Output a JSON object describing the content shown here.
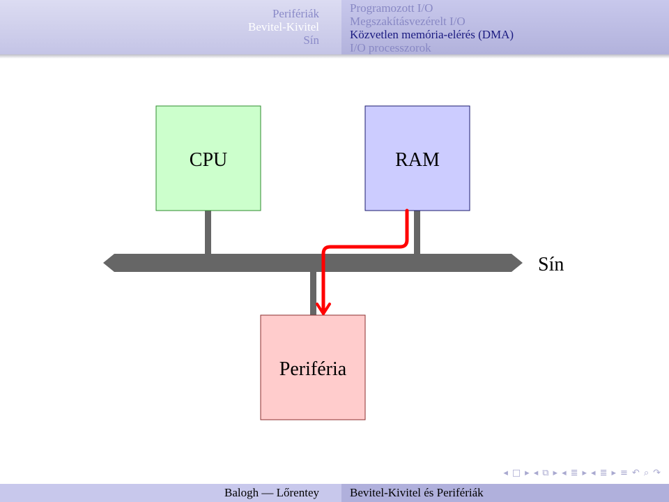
{
  "header": {
    "sections": [
      {
        "label": "Perifériák",
        "active": false
      },
      {
        "label": "Bevitel-Kivitel",
        "active": true
      },
      {
        "label": "Sín",
        "active": false
      }
    ],
    "subsections": [
      {
        "label": "Programozott I/O",
        "active": false
      },
      {
        "label": "Megszakításvezérelt I/O",
        "active": false
      },
      {
        "label": "Közvetlen memória-elérés (DMA)",
        "active": true
      },
      {
        "label": "I/O processzorok",
        "active": false
      }
    ]
  },
  "diagram": {
    "cpu_label": "CPU",
    "ram_label": "RAM",
    "peripheral_label": "Periféria",
    "bus_label": "Sín",
    "colors": {
      "cpu_fill": "#ccffcc",
      "cpu_stroke": "#2e8b2e",
      "ram_fill": "#ccccff",
      "ram_stroke": "#1a1a6e",
      "peripheral_fill": "#ffcccc",
      "peripheral_stroke": "#8b2e2e",
      "bus": "#666666",
      "dma_arrow": "#ff0000"
    }
  },
  "nav": {
    "icons": [
      "nav-prev-frame-icon",
      "nav-frame-icon",
      "nav-next-frame-icon",
      "nav-prev-subsection-icon",
      "nav-subsection-icon",
      "nav-next-subsection-icon",
      "nav-prev-section-icon",
      "nav-section-icon",
      "nav-next-section-icon",
      "nav-prev-part-icon",
      "nav-part-icon",
      "nav-next-part-icon",
      "nav-align-icon",
      "nav-undo-icon",
      "nav-search-icon",
      "nav-redo-icon"
    ]
  },
  "footer": {
    "author": "Balogh — Lőrentey",
    "title": "Bevitel-Kivitel és Perifériák"
  }
}
